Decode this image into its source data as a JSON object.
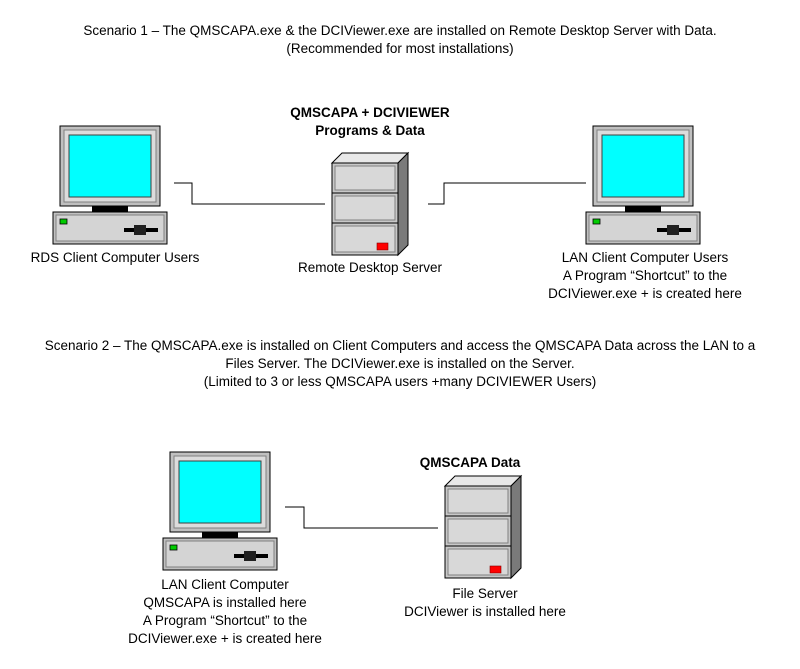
{
  "scenario1": {
    "heading_line1": "Scenario 1 – The QMSCAPA.exe & the DCIViewer.exe are installed on Remote Desktop Server with Data.",
    "heading_line2": "(Recommended for most installations)",
    "server_title_line1": "QMSCAPA + DCIVIEWER",
    "server_title_line2": "Programs & Data",
    "server_label": "Remote Desktop Server",
    "left_client_label": "RDS Client Computer Users",
    "right_client_line1": "LAN Client Computer Users",
    "right_client_line2": "A Program “Shortcut” to the",
    "right_client_line3": "DCIViewer.exe +  is created here"
  },
  "scenario2": {
    "heading_line1": "Scenario 2 – The QMSCAPA.exe is installed on Client Computers and access the QMSCAPA Data across the LAN to a",
    "heading_line2": "Files Server. The DCIViewer.exe is installed on the Server.",
    "heading_line3": "(Limited to 3 or less QMSCAPA users +many DCIVIEWER Users)",
    "server_title": "QMSCAPA Data",
    "client_line1": "LAN Client Computer",
    "client_line2": "QMSCAPA is installed here",
    "client_line3": "A Program “Shortcut” to the",
    "client_line4": "DCIViewer.exe +  is created here",
    "server_line1": "File Server",
    "server_line2": "DCIViewer is installed here"
  }
}
